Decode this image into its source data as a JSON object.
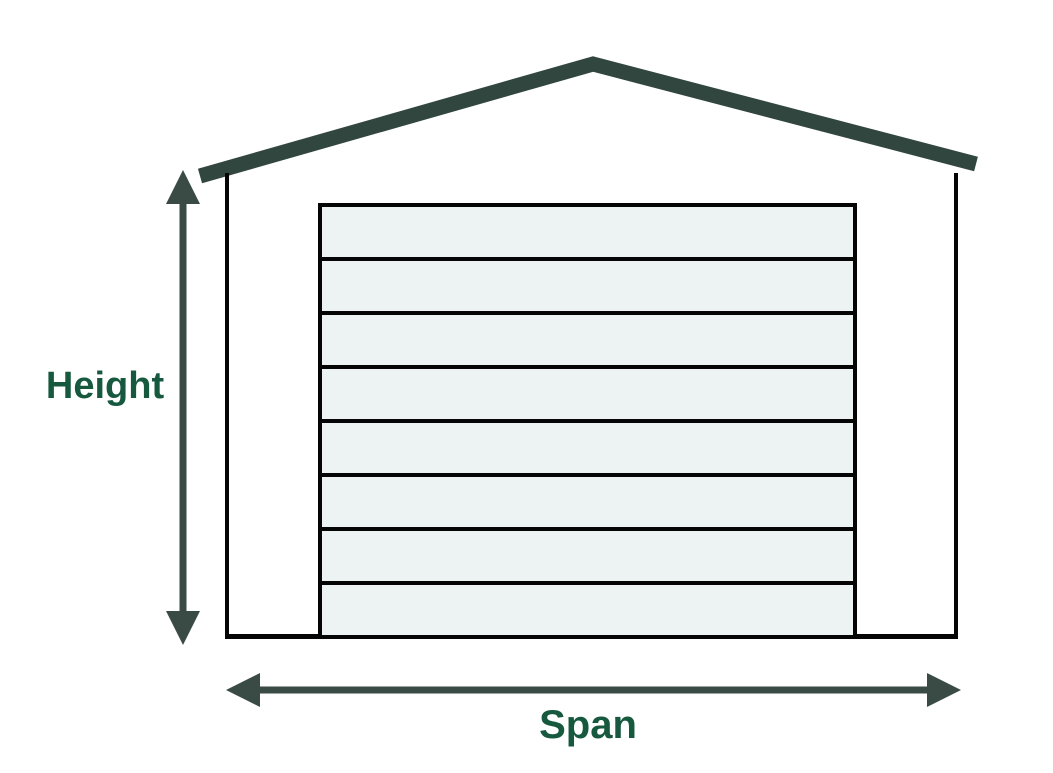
{
  "diagram": {
    "title": "building-dimension-diagram",
    "labels": {
      "height": "Height",
      "span": "Span"
    },
    "door": {
      "panel_count": 8
    },
    "colors": {
      "roof": "#31463e",
      "arrow": "#3a4a44",
      "label": "#17593f",
      "door_fill": "#edf2f2",
      "outline": "#050505",
      "background": "#ffffff"
    }
  }
}
